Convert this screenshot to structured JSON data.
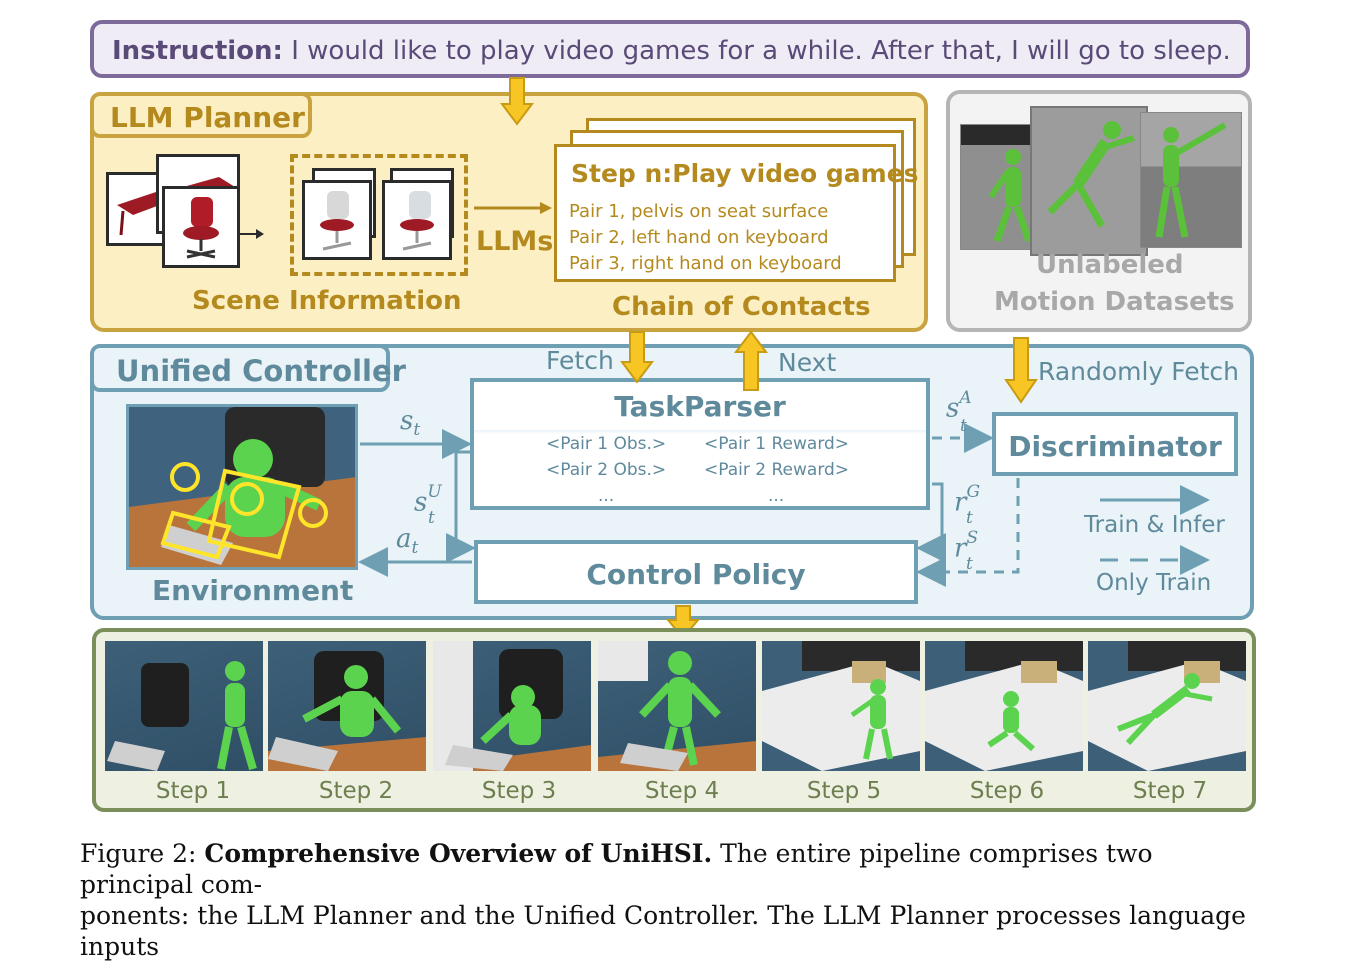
{
  "instruction": {
    "label": "Instruction:",
    "text": " I would like to play video games for a while. After that, I will go to sleep."
  },
  "planner": {
    "title": "LLM Planner",
    "scene_label": "Scene Information",
    "llms_label": "LLMs",
    "chain_label": "Chain of Contacts",
    "step_title": "Step n:Play video games",
    "pairs": [
      "Pair 1, pelvis on seat surface",
      "Pair 2, left hand on keyboard",
      "Pair 3, right hand on keyboard"
    ]
  },
  "datasets": {
    "line1": "Unlabeled",
    "line2": "Motion Datasets"
  },
  "controller": {
    "title": "Unified Controller",
    "environment_label": "Environment",
    "taskparser": {
      "title": "TaskParser",
      "obs": [
        "<Pair 1 Obs.>",
        "<Pair 2 Obs.>",
        "..."
      ],
      "rewards": [
        "<Pair 1 Reward>",
        "<Pair 2 Reward>",
        "..."
      ]
    },
    "policy_label": "Control Policy",
    "discriminator_label": "Discriminator",
    "fetch_label": "Fetch",
    "next_label": "Next",
    "random_fetch_label": "Randomly Fetch",
    "legend": {
      "train_infer": "Train & Infer",
      "only_train": "Only Train"
    },
    "symbols": {
      "s": "s",
      "a": "a",
      "r": "r",
      "t": "t",
      "A": "A",
      "U": "U",
      "G": "G",
      "S": "S"
    }
  },
  "steps": [
    "Step 1",
    "Step 2",
    "Step 3",
    "Step 4",
    "Step 5",
    "Step 6",
    "Step 7"
  ],
  "caption": {
    "prefix": "Figure 2: ",
    "bold": "Comprehensive Overview of UniHSI.",
    "rest": " The entire pipeline comprises two principal com-",
    "line2": "ponents: the LLM Planner and the Unified Controller. The LLM Planner processes language inputs"
  },
  "colors": {
    "purple": "#7d6a9b",
    "gold": "#c8a340",
    "blue": "#6f9fb3",
    "green_frame": "#7b8f5a",
    "arrow_yellow": "#f7c625"
  }
}
